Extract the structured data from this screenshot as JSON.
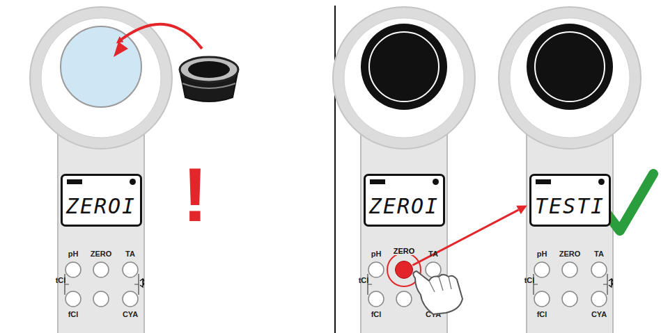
{
  "diagram": {
    "nodes": [
      {
        "text": [
          "ZEROI"
        ]
      },
      {
        "text": [
          "ZEROI"
        ]
      },
      {
        "text": [
          "ZERO"
        ]
      },
      {
        "text": [
          "TESTI"
        ]
      }
    ],
    "edges": [
      {
        "from": 2,
        "to": 3,
        "arrow": "to"
      }
    ],
    "labels": [
      "!",
      "pH",
      "ZERO",
      "TA",
      "tCl",
      "fCl",
      "CYA",
      "pH",
      "TA",
      "tCl",
      "fCl",
      "CYA",
      "pH",
      "ZERO",
      "TA",
      "tCl",
      "fCl",
      "CYA"
    ]
  }
}
